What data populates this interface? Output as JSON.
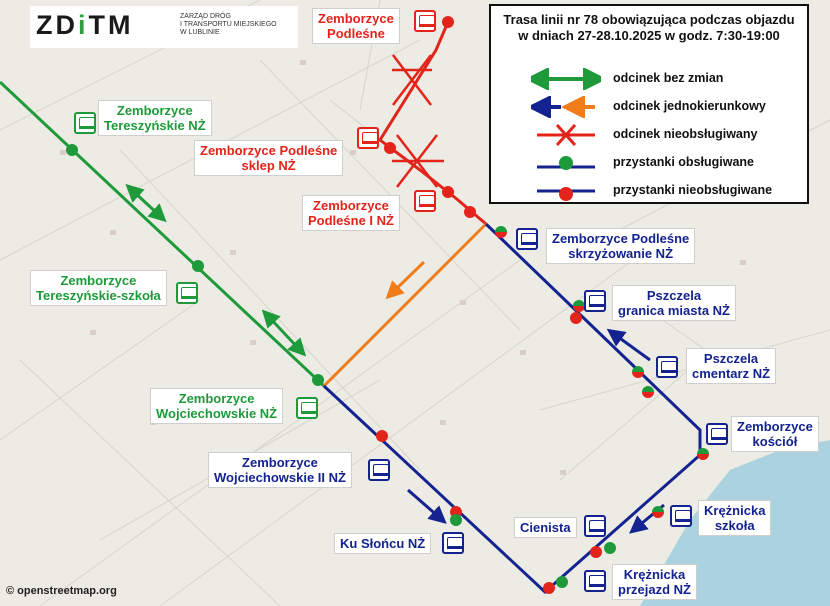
{
  "logo": {
    "mark": "ZDiTM",
    "line1": "ZARZĄD DRÓG",
    "line2": "I TRANSPORTU MIEJSKIEGO",
    "line3": "W LUBLINIE"
  },
  "legend": {
    "title_line1": "Trasa linii nr 78 obowiązująca podczas objazdu",
    "title_line2": "w dniach 27-28.10.2025 w godz. 7:30-19:00",
    "items": [
      {
        "text": "odcinek bez zmian"
      },
      {
        "text": "odcinek jednokierunkowy"
      },
      {
        "text": "odcinek nieobsługiwany"
      },
      {
        "text": "przystanki obsługiwane"
      },
      {
        "text": "przystanki nieobsługiwane"
      }
    ]
  },
  "stops": {
    "green": [
      {
        "line1": "Zemborzyce",
        "line2": "Tereszyńskie NŻ"
      },
      {
        "line1": "Zemborzyce",
        "line2": "Tereszyńskie-szkoła"
      },
      {
        "line1": "Zemborzyce",
        "line2": "Wojciechowskie NŻ"
      }
    ],
    "red": [
      {
        "line1": "Zemborzyce",
        "line2": "Podleśne"
      },
      {
        "line1": "Zemborzyce Podleśne",
        "line2": "sklep NŻ"
      },
      {
        "line1": "Zemborzyce",
        "line2": "Podleśne I NŻ"
      }
    ],
    "blue": [
      {
        "line1": "Zemborzyce Podleśne",
        "line2": "skrzyżowanie NŻ"
      },
      {
        "line1": "Pszczela",
        "line2": "granica miasta NŻ"
      },
      {
        "line1": "Pszczela",
        "line2": "cmentarz NŻ"
      },
      {
        "line1": "Zemborzyce",
        "line2": "kościół"
      },
      {
        "line1": "Zemborzyce",
        "line2": "Wojciechowskie II NŻ"
      },
      {
        "line1": "Ku Słońcu NŻ",
        "line2": ""
      },
      {
        "line1": "Cienista",
        "line2": ""
      },
      {
        "line1": "Krężnicka",
        "line2": "szkoła"
      },
      {
        "line1": "Krężnicka",
        "line2": "przejazd NŻ"
      }
    ]
  },
  "attribution": "© openstreetmap.org",
  "colors": {
    "green": "#1f9a3a",
    "red": "#e3241b",
    "orange": "#f07d1a",
    "blue": "#14238f",
    "water": "#aad3df"
  },
  "icons": [
    "bus-stop-icon",
    "double-arrow-icon",
    "one-way-arrow-icon",
    "cross-icon"
  ]
}
